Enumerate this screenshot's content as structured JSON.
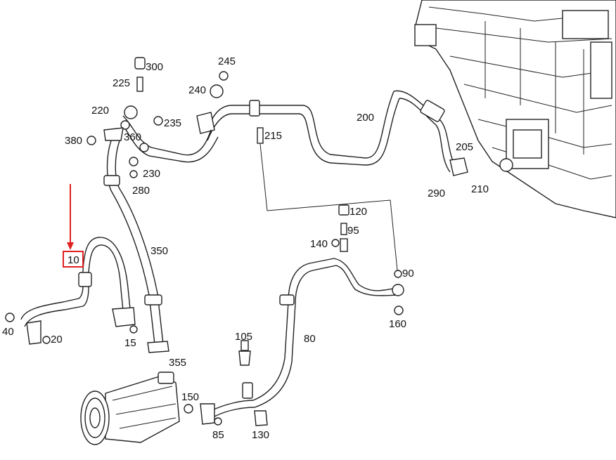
{
  "labels": {
    "l300": "300",
    "l245": "245",
    "l225": "225",
    "l240": "240",
    "l220": "220",
    "l235": "235",
    "l200": "200",
    "l380": "380",
    "l360": "360",
    "l215": "215",
    "l230": "230",
    "l205": "205",
    "l280": "280",
    "l290": "290",
    "l210": "210",
    "l120": "120",
    "l95": "95",
    "l140": "140",
    "l350": "350",
    "l10": "10",
    "l90": "90",
    "l40": "40",
    "l20": "20",
    "l15": "15",
    "l160": "160",
    "l80": "80",
    "l105": "105",
    "l355": "355",
    "l150": "150",
    "l85": "85",
    "l130": "130"
  },
  "highlight": {
    "part_number": "10",
    "color": "#e02020"
  }
}
